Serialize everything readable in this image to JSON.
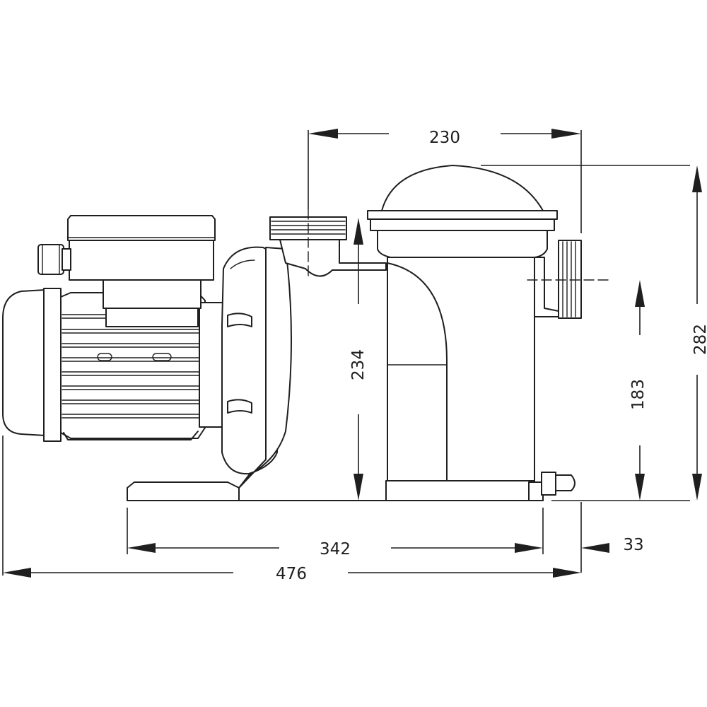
{
  "dimensions": {
    "top_width": "230",
    "suction_height": "234",
    "outlet_height": "183",
    "total_height": "282",
    "base_length": "342",
    "drain_offset": "33",
    "total_length": "476"
  }
}
